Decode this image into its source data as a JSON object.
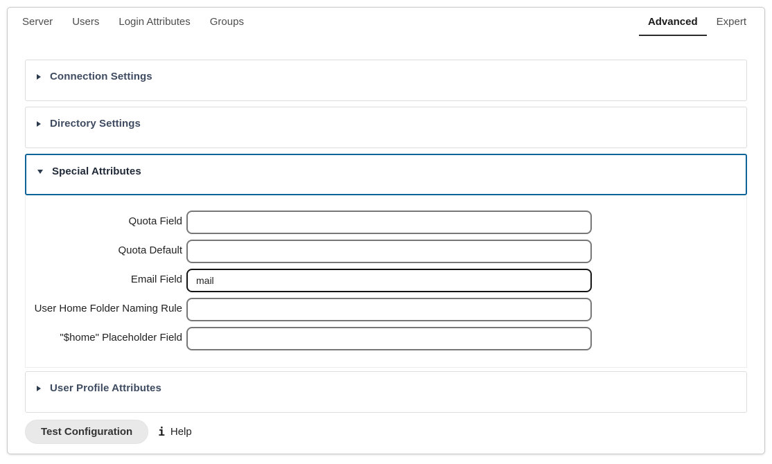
{
  "tabs": {
    "left": [
      {
        "label": "Server"
      },
      {
        "label": "Users"
      },
      {
        "label": "Login Attributes"
      },
      {
        "label": "Groups"
      }
    ],
    "right": [
      {
        "label": "Advanced",
        "active": true
      },
      {
        "label": "Expert",
        "active": false
      }
    ]
  },
  "sections": {
    "connection": {
      "title": "Connection Settings",
      "expanded": false
    },
    "directory": {
      "title": "Directory Settings",
      "expanded": false
    },
    "special": {
      "title": "Special Attributes",
      "expanded": true
    },
    "profile": {
      "title": "User Profile Attributes",
      "expanded": false
    }
  },
  "special_attributes_form": {
    "fields": [
      {
        "label": "Quota Field",
        "value": "",
        "focused": false
      },
      {
        "label": "Quota Default",
        "value": "",
        "focused": false
      },
      {
        "label": "Email Field",
        "value": "mail",
        "focused": true
      },
      {
        "label": "User Home Folder Naming Rule",
        "value": "",
        "focused": false
      },
      {
        "label": "\"$home\" Placeholder Field",
        "value": "",
        "focused": false
      }
    ]
  },
  "footer": {
    "test_button_label": "Test Configuration",
    "info_icon_glyph": "i",
    "help_label": "Help"
  },
  "colors": {
    "active_section_border": "#0d6499",
    "active_tab_underline": "#2b2b2b",
    "section_border": "#dddddd",
    "input_border": "#777777",
    "input_border_focused": "#141414"
  }
}
